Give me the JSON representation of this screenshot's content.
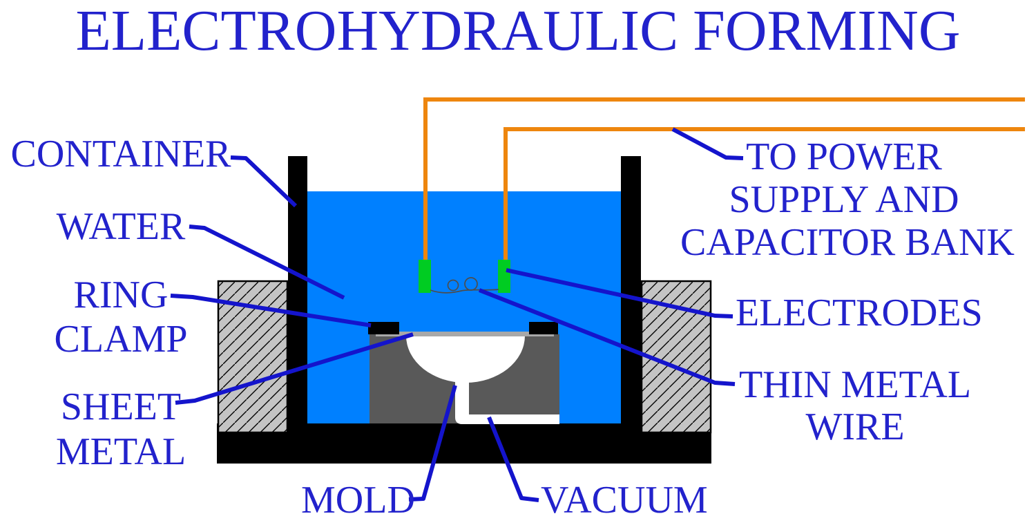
{
  "title": "ELECTROHYDRAULIC FORMING",
  "labels": {
    "container": "CONTAINER",
    "water": "WATER",
    "ring_clamp": [
      "RING",
      "CLAMP"
    ],
    "sheet_metal": [
      "SHEET",
      "METAL"
    ],
    "mold": "MOLD",
    "vacuum": "VACUUM",
    "power_supply": [
      "TO POWER",
      "SUPPLY AND",
      "CAPACITOR BANK"
    ],
    "electrodes": "ELECTRODES",
    "thin_metal_wire": [
      "THIN METAL",
      "WIRE"
    ]
  },
  "colors": {
    "label_blue": "#2222CC",
    "leader_blue": "#1414CC",
    "water_blue": "#0080FF",
    "wire_orange": "#EE860E",
    "electrode_green": "#00CC22",
    "mold_gray": "#595959",
    "clamp_gray": "#C4C4C4",
    "sheet_gray": "#A8A8A8",
    "structure_black": "#000000",
    "thin_wire_gray": "#4D4D4D"
  }
}
